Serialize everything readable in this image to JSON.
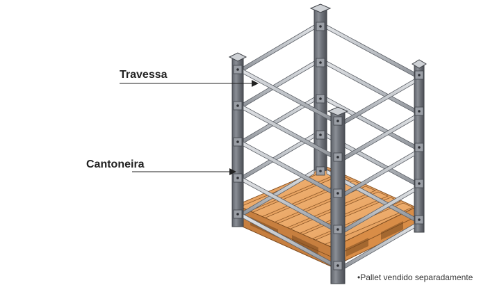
{
  "labels": {
    "travessa": "Travessa",
    "cantoneira": "Cantoneira"
  },
  "note": "•Pallet vendido separadamente",
  "colors": {
    "steel_light": "#cfd2d6",
    "steel_mid": "#a7abb1",
    "steel_dark": "#6d7178",
    "edge": "#3d4046",
    "wood_light": "#f2b578",
    "wood_mid": "#e39a55",
    "wood_dark": "#b8733a",
    "text": "#222222"
  }
}
